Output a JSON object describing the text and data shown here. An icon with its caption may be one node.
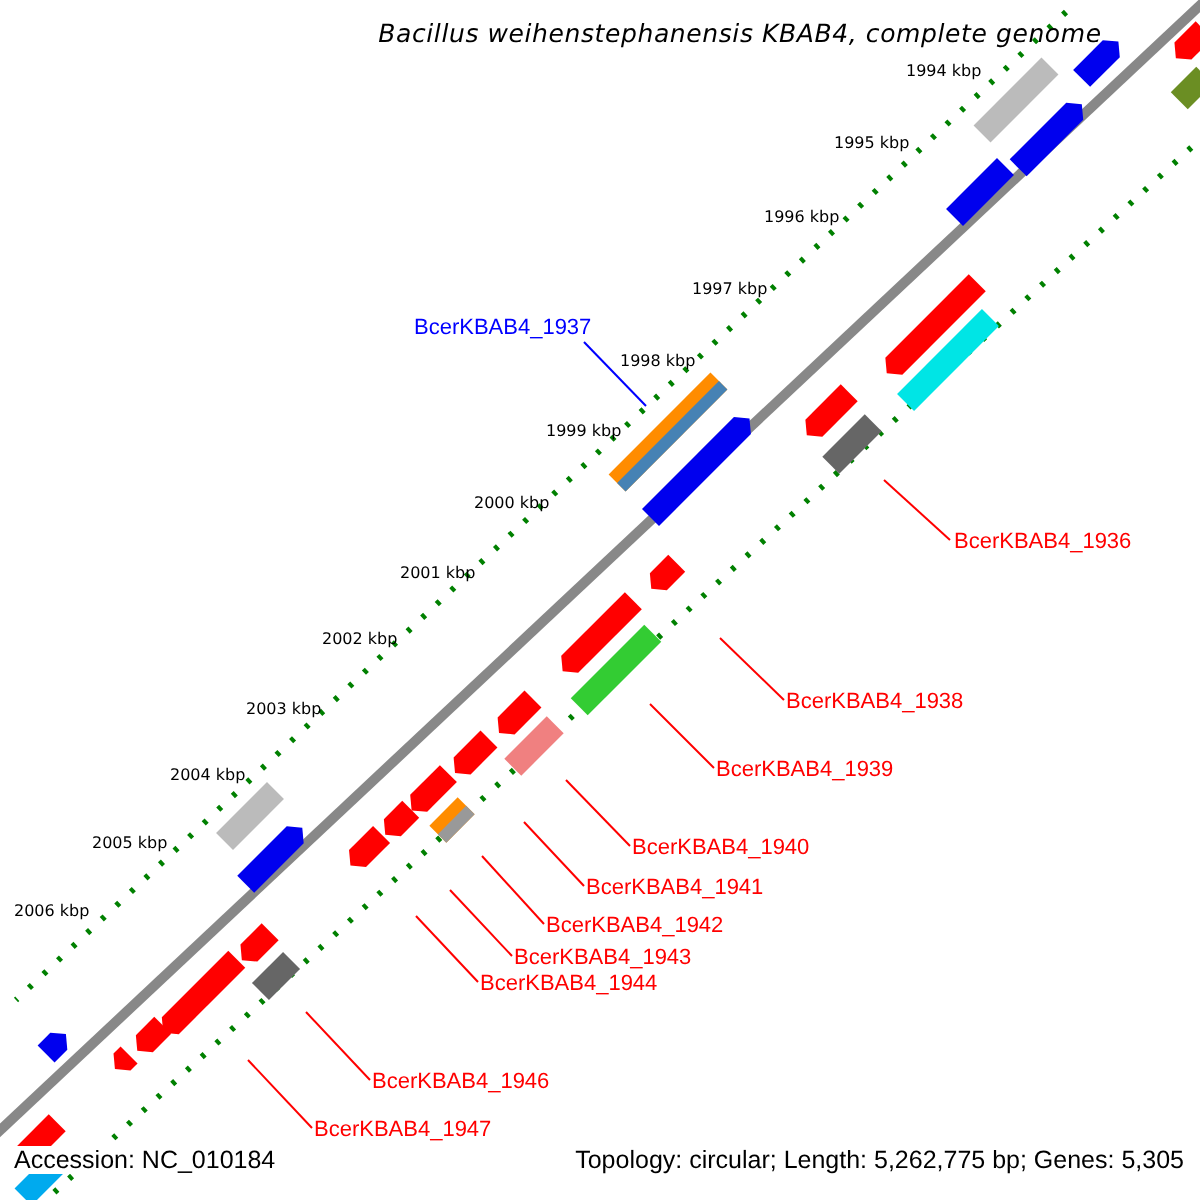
{
  "diagram": {
    "title": "Bacillus weihenstephanensis KBAB4, complete genome",
    "nodes": [
      {
        "text": [
          "BcerKBAB4_1937"
        ]
      },
      {
        "text": [
          "BcerKBAB4_1936"
        ]
      },
      {
        "text": [
          "BcerKBAB4_1938"
        ]
      },
      {
        "text": [
          "BcerKBAB4_1939"
        ]
      },
      {
        "text": [
          "BcerKBAB4_1940"
        ]
      },
      {
        "text": [
          "BcerKBAB4_1941"
        ]
      },
      {
        "text": [
          "BcerKBAB4_1942"
        ]
      },
      {
        "text": [
          "BcerKBAB4_1943"
        ]
      },
      {
        "text": [
          "BcerKBAB4_1944"
        ]
      },
      {
        "text": [
          "BcerKBAB4_1946"
        ]
      },
      {
        "text": [
          "BcerKBAB4_1947"
        ]
      }
    ],
    "edges": [
      {
        "from": 0,
        "to": null,
        "arrow": "none",
        "color": "#0000ff"
      },
      {
        "from": 1,
        "to": null,
        "arrow": "none"
      },
      {
        "from": 2,
        "to": null,
        "arrow": "none"
      },
      {
        "from": 3,
        "to": null,
        "arrow": "none"
      },
      {
        "from": 4,
        "to": null,
        "arrow": "none"
      },
      {
        "from": 5,
        "to": null,
        "arrow": "none"
      },
      {
        "from": 6,
        "to": null,
        "arrow": "none"
      },
      {
        "from": 7,
        "to": null,
        "arrow": "none"
      },
      {
        "from": 8,
        "to": null,
        "arrow": "none"
      },
      {
        "from": 9,
        "to": null,
        "arrow": "none"
      },
      {
        "from": 10,
        "to": null,
        "arrow": "none"
      }
    ],
    "labels": [
      "1994 kbp",
      "1995 kbp",
      "1996 kbp",
      "1997 kbp",
      "1998 kbp",
      "1999 kbp",
      "2000 kbp",
      "2001 kbp",
      "2002 kbp",
      "2003 kbp",
      "2004 kbp",
      "2005 kbp",
      "2006 kbp",
      "Accession: NC_010184",
      "Topology: circular; Length: 5,262,775 bp; Genes: 5,305"
    ]
  }
}
